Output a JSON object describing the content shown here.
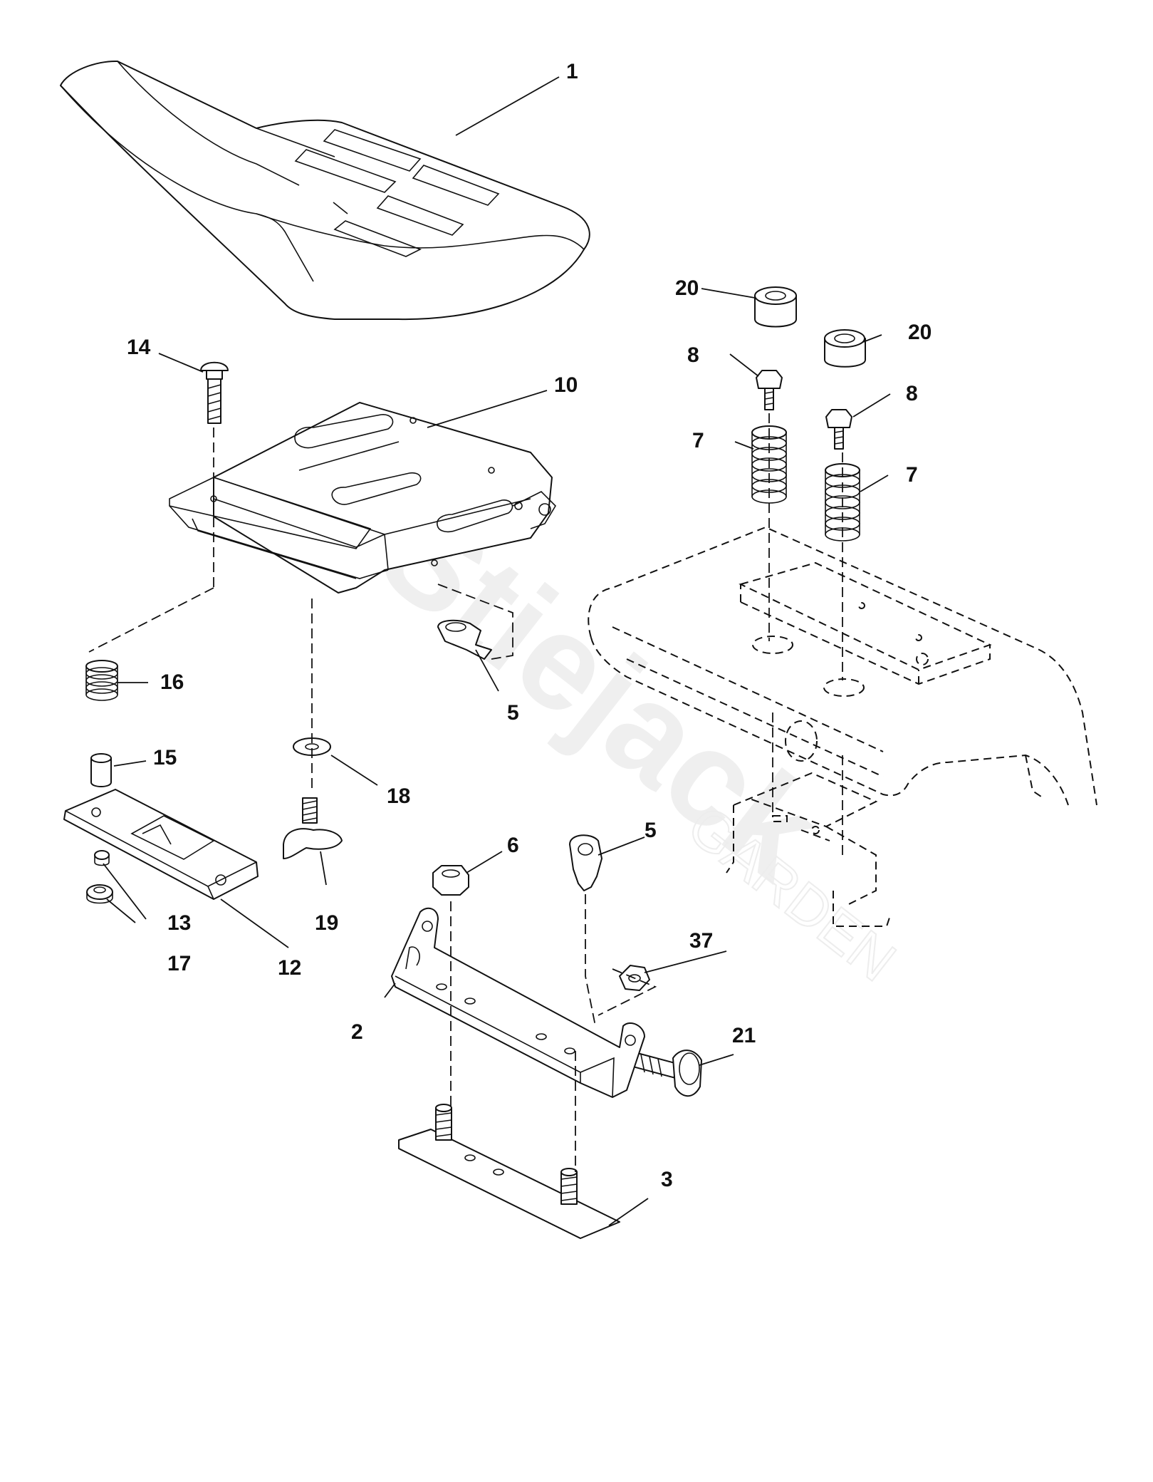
{
  "watermark": {
    "brand": "Stiejack",
    "sub": "GARDEN",
    "color": "#efefef"
  },
  "callouts": [
    {
      "id": "c1",
      "label": "1"
    },
    {
      "id": "c2",
      "label": "2"
    },
    {
      "id": "c3",
      "label": "3"
    },
    {
      "id": "c5a",
      "label": "5"
    },
    {
      "id": "c5b",
      "label": "5"
    },
    {
      "id": "c6",
      "label": "6"
    },
    {
      "id": "c7a",
      "label": "7"
    },
    {
      "id": "c7b",
      "label": "7"
    },
    {
      "id": "c8a",
      "label": "8"
    },
    {
      "id": "c8b",
      "label": "8"
    },
    {
      "id": "c10",
      "label": "10"
    },
    {
      "id": "c12",
      "label": "12"
    },
    {
      "id": "c13",
      "label": "13"
    },
    {
      "id": "c14",
      "label": "14"
    },
    {
      "id": "c15",
      "label": "15"
    },
    {
      "id": "c16",
      "label": "16"
    },
    {
      "id": "c17",
      "label": "17"
    },
    {
      "id": "c18",
      "label": "18"
    },
    {
      "id": "c19",
      "label": "19"
    },
    {
      "id": "c20a",
      "label": "20"
    },
    {
      "id": "c20b",
      "label": "20"
    },
    {
      "id": "c21",
      "label": "21"
    },
    {
      "id": "c37",
      "label": "37"
    }
  ]
}
